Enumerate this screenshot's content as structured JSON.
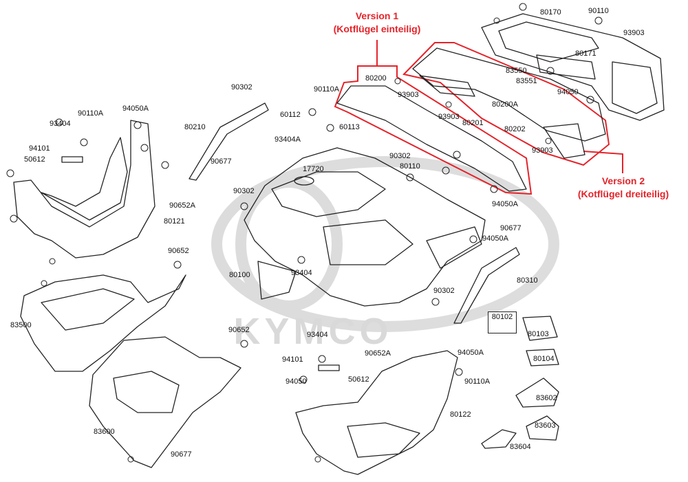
{
  "watermark": "KYMCO",
  "version1": {
    "title": "Version 1",
    "subtitle": "(Kotflügel einteilig)"
  },
  "version2": {
    "title": "Version 2",
    "subtitle": "(Kotflügel dreiteilig)"
  },
  "colors": {
    "line": "#222222",
    "highlight": "#e4232a",
    "watermark": "#d9d9d9"
  },
  "part_numbers": [
    "80170",
    "90110",
    "93903",
    "80171",
    "83550",
    "83551",
    "94050",
    "80200A",
    "80202",
    "93903",
    "80201",
    "93903",
    "93903",
    "80200",
    "90110A",
    "60112",
    "60113",
    "93404A",
    "90302",
    "80210",
    "90677",
    "17720",
    "90302",
    "80110",
    "94050A",
    "90677",
    "94050A",
    "90302",
    "80100",
    "93404",
    "90110A",
    "94050A",
    "93404",
    "94101",
    "50612",
    "90652A",
    "80121",
    "90652",
    "83500",
    "90652",
    "80310",
    "90302",
    "80102",
    "80103",
    "93404",
    "94101",
    "90652A",
    "94050A",
    "50612",
    "90110A",
    "94050",
    "80122",
    "80104",
    "83602",
    "83600",
    "83603",
    "83604",
    "90677"
  ]
}
